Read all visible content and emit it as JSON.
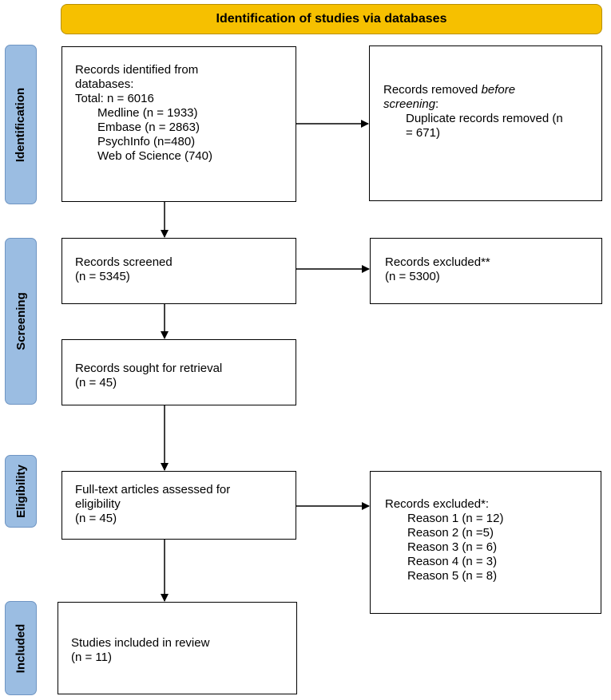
{
  "header": {
    "title": "Identification of studies via databases"
  },
  "phases": {
    "identification": "Identification",
    "screening": "Screening",
    "eligibility": "Eligibility",
    "included": "Included"
  },
  "records_identified": {
    "lines": [
      "Records identified from",
      "databases:",
      "Total: n = 6016"
    ],
    "sources": [
      "Medline (n = 1933)",
      "Embase  (n = 2863)",
      "PsychInfo (n=480)",
      "Web of Science (740)"
    ]
  },
  "records_removed": {
    "line1_prefix": "Records removed ",
    "line1_italic": "before",
    "line2_italic": "screening",
    "line2_suffix": ":",
    "detail_lines": [
      "Duplicate records removed (n",
      "= 671)"
    ]
  },
  "records_screened": {
    "lines": [
      "Records screened",
      "(n = 5345)"
    ]
  },
  "records_excluded_screen": {
    "lines": [
      "Records excluded**",
      "(n = 5300)"
    ]
  },
  "records_sought": {
    "lines": [
      "Records sought for retrieval",
      "(n = 45)"
    ]
  },
  "full_text": {
    "lines": [
      "Full-text articles assessed for",
      "eligibility",
      "(n = 45)"
    ]
  },
  "records_excluded_elig": {
    "title": "Records excluded*:",
    "reasons": [
      "Reason 1 (n = 12)",
      "Reason 2 (n =5)",
      "Reason 3 (n = 6)",
      "Reason 4 (n = 3)",
      "Reason 5 (n = 8)"
    ]
  },
  "included": {
    "lines": [
      "Studies included in review",
      "(n = 11)"
    ]
  }
}
